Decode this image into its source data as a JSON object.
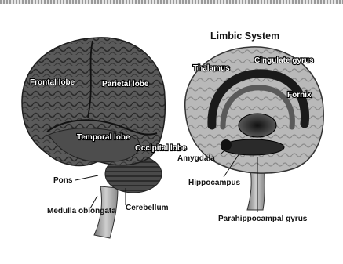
{
  "diagram": {
    "title": "Limbic System",
    "left_brain_labels": {
      "frontal": "Frontal lobe",
      "parietal": "Parietal lobe",
      "temporal": "Temporal lobe",
      "occipital": "Occipital lobe",
      "pons": "Pons",
      "medulla": "Medulla oblongata",
      "cerebellum": "Cerebellum"
    },
    "right_brain_labels": {
      "thalamus": "Thalamus",
      "cingulate": "Cingulate gyrus",
      "fornix": "Fornix",
      "amygdala": "Amygdala",
      "hippocampus": "Hippocampus",
      "parahippocampal": "Parahippocampal gyrus"
    }
  }
}
